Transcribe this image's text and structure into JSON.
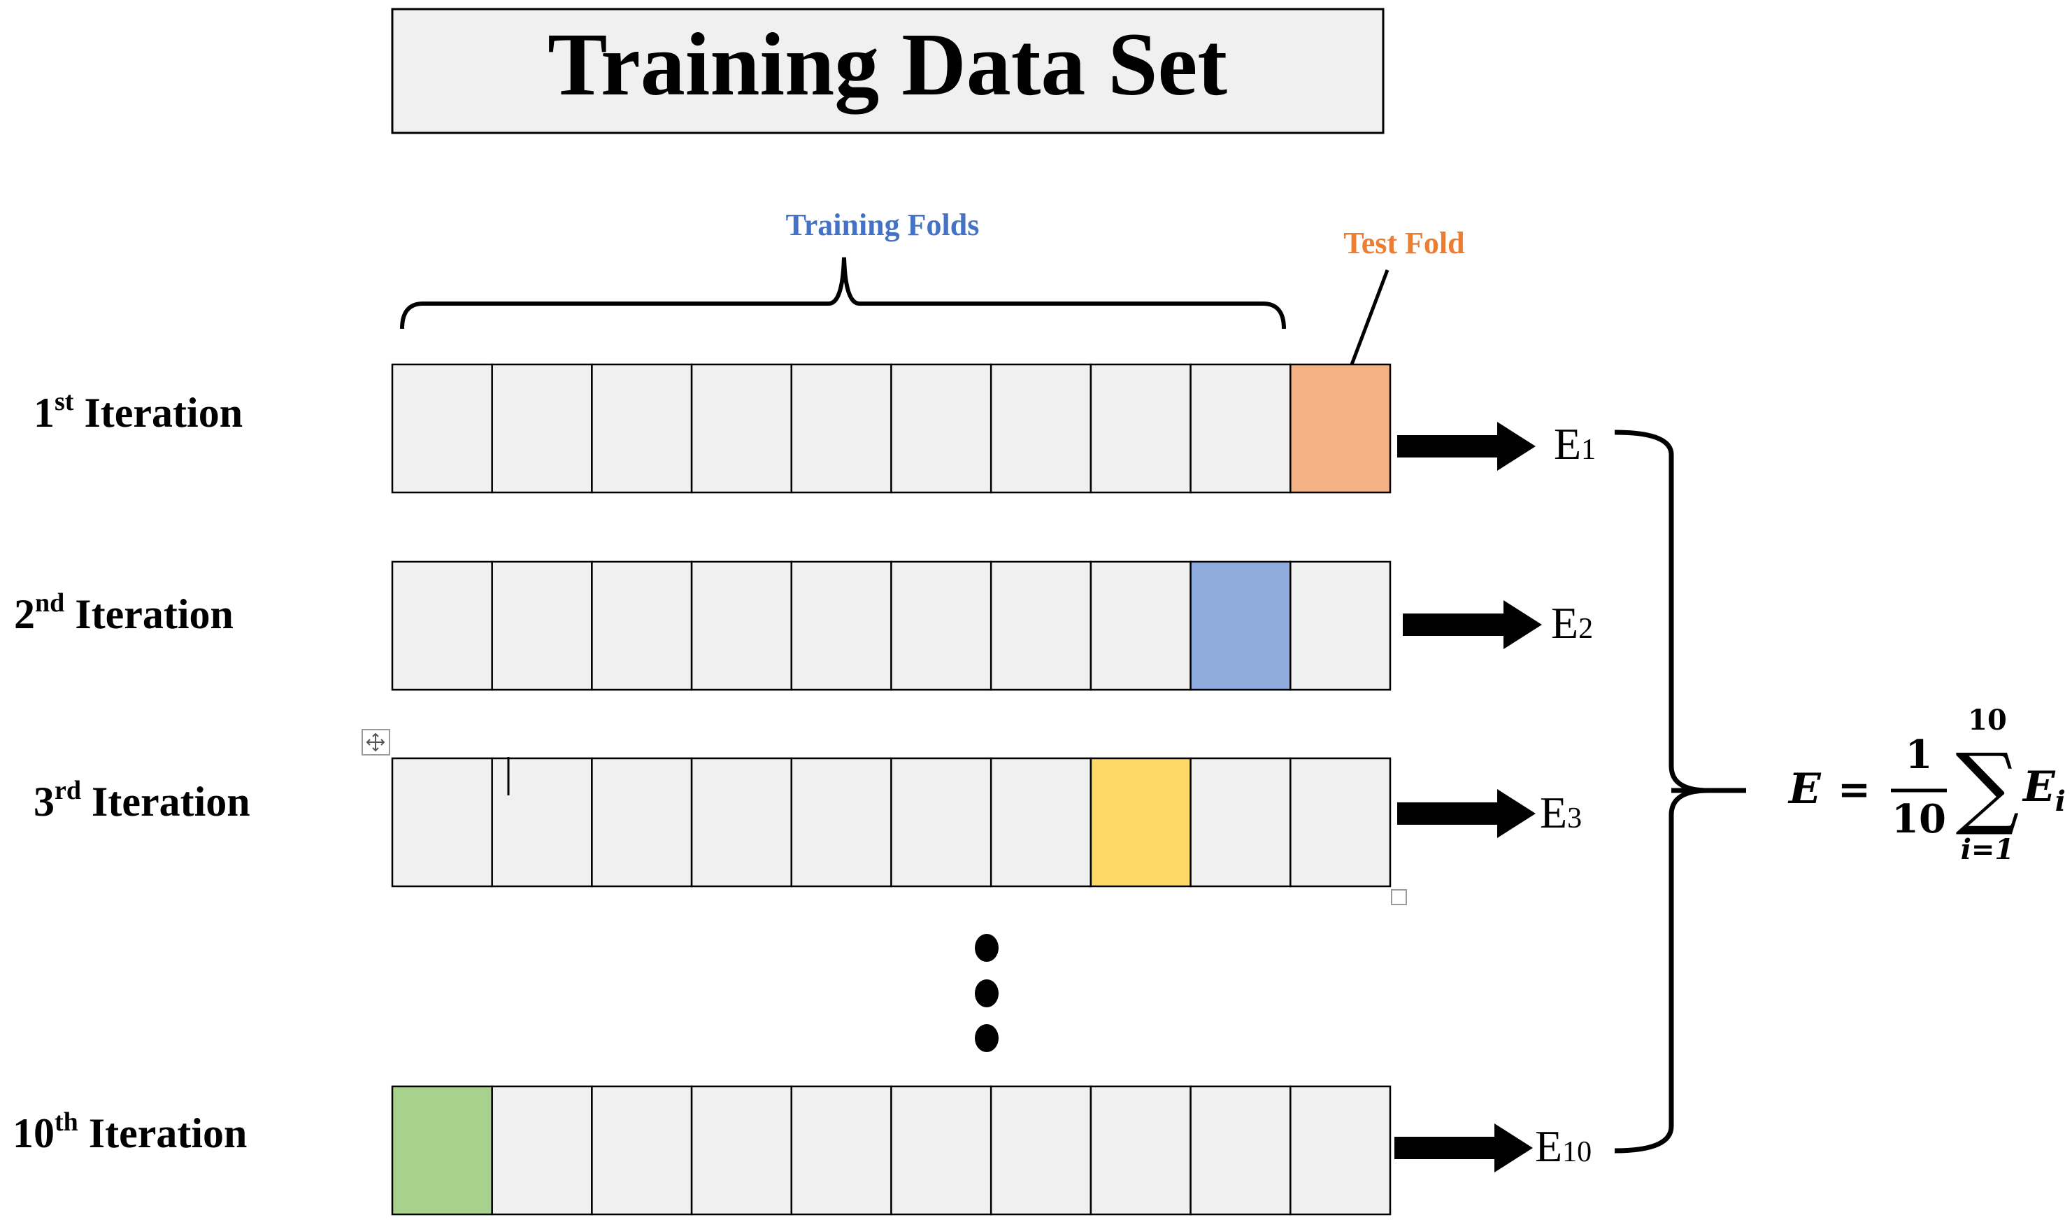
{
  "title": "Training Data Set",
  "training_folds_label": "Training Folds",
  "test_fold_label": "Test Fold",
  "colors": {
    "cell_fill": "#f0f0f0",
    "cell_stroke": "#000000",
    "title_fill": "#f0f0f0",
    "training_folds_text": "#4472c4",
    "test_fold_text": "#ed7d31",
    "iteration_1_test": "#f4b183",
    "iteration_2_test": "#8faadc",
    "iteration_3_test": "#ffd966",
    "iteration_10_test": "#a9d18e"
  },
  "folds_per_row": 10,
  "iterations": [
    {
      "num": "1",
      "suffix": "st",
      "word": " Iteration",
      "test_fold_index": 9,
      "error_base": "E",
      "error_sub": "1"
    },
    {
      "num": "2",
      "suffix": "nd",
      "word": " Iteration",
      "test_fold_index": 8,
      "error_base": "E",
      "error_sub": "2"
    },
    {
      "num": "3",
      "suffix": "rd",
      "word": " Iteration",
      "test_fold_index": 7,
      "error_base": "E",
      "error_sub": "3"
    },
    {
      "num": "10",
      "suffix": "th",
      "word": " Iteration",
      "test_fold_index": 0,
      "error_base": "E",
      "error_sub": "10"
    }
  ],
  "formula": {
    "lhs": "E",
    "equals": "=",
    "numerator": "1",
    "denominator": "10",
    "sigma": "∑",
    "upper": "10",
    "lower": "i=1",
    "term": "E",
    "term_sub": "i"
  }
}
